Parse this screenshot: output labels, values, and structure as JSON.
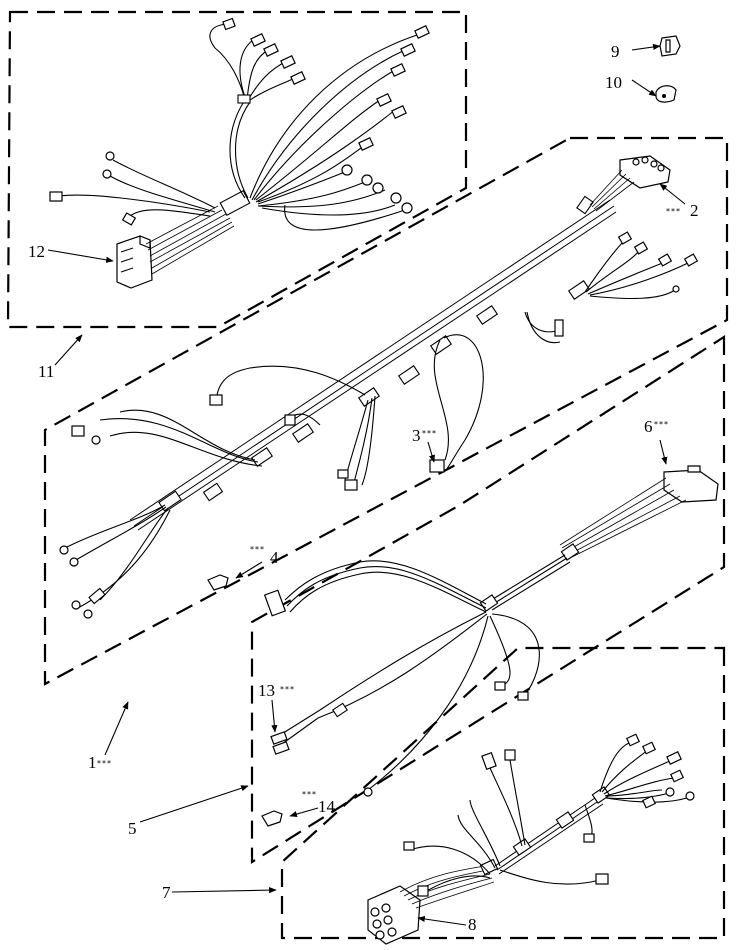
{
  "diagram": {
    "type": "exploded parts diagram",
    "subject": "wiring harness assemblies",
    "line_color": "#000000",
    "background": "#ffffff",
    "callouts": [
      {
        "id": "c1",
        "number": "1",
        "marker": "***",
        "target": "main wiring harness panel"
      },
      {
        "id": "c2",
        "number": "2",
        "marker": "***",
        "target": "multi-pin connector at upper right of harness 1"
      },
      {
        "id": "c3",
        "number": "3",
        "marker": "***",
        "target": "terminal connector on harness 1"
      },
      {
        "id": "c4",
        "number": "4",
        "marker": "***",
        "target": "loose terminal"
      },
      {
        "id": "c5",
        "number": "5",
        "marker": "",
        "target": "harness panel 5"
      },
      {
        "id": "c6",
        "number": "6",
        "marker": "***",
        "target": "connector block on harness 5"
      },
      {
        "id": "c7",
        "number": "7",
        "marker": "",
        "target": "harness panel 7"
      },
      {
        "id": "c8",
        "number": "8",
        "marker": "",
        "target": "multi-pin plug on harness 7"
      },
      {
        "id": "c9",
        "number": "9",
        "marker": "",
        "target": "wire clip"
      },
      {
        "id": "c10",
        "number": "10",
        "marker": "",
        "target": "wire clamp"
      },
      {
        "id": "c11",
        "number": "11",
        "marker": "",
        "target": "harness panel 11"
      },
      {
        "id": "c12",
        "number": "12",
        "marker": "",
        "target": "connector on harness 11"
      },
      {
        "id": "c13",
        "number": "13",
        "marker": "***",
        "target": "terminal pair on harness 5"
      },
      {
        "id": "c14",
        "number": "14",
        "marker": "***",
        "target": "loose terminal"
      }
    ]
  }
}
